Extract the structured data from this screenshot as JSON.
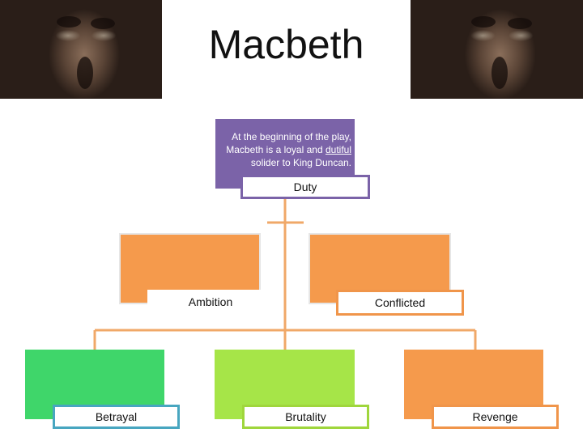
{
  "title": "Macbeth",
  "colors": {
    "purple": "#7b63a8",
    "orange": "#f59a4c",
    "green": "#3fd66a",
    "lime": "#a6e548",
    "teal": "#48a6c0",
    "connector": "#f0a868"
  },
  "root": {
    "note_parts": [
      "At the beginning of the play, Macbeth is a loyal and ",
      "dutiful",
      " solider to King Duncan."
    ],
    "label": "Duty"
  },
  "level2": [
    {
      "label": "Ambition"
    },
    {
      "label": "Conflicted"
    }
  ],
  "level3": [
    {
      "label": "Betrayal"
    },
    {
      "label": "Brutality"
    },
    {
      "label": "Revenge"
    }
  ]
}
